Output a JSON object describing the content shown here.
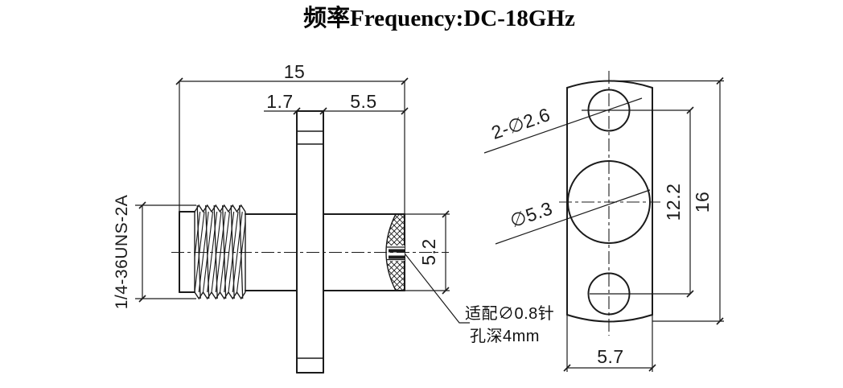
{
  "title": "频率Frequency:DC-18GHz",
  "side_view": {
    "dim_total_length": "15",
    "dim_flange_thickness": "1.7",
    "dim_front_length": "5.5",
    "dim_barrel_diameter": "5.2",
    "thread_spec": "1/4-36UNS-2A",
    "note_line1": "适配∅0.8针",
    "note_line2": "孔深4mm"
  },
  "front_view": {
    "dim_mount_holes": "2-∅2.6",
    "dim_center_hole": "∅5.3",
    "dim_hole_spacing": "12.2",
    "dim_flange_height": "16",
    "dim_flange_width": "5.7"
  },
  "colors": {
    "line": "#1b1b1b",
    "background": "#ffffff"
  }
}
